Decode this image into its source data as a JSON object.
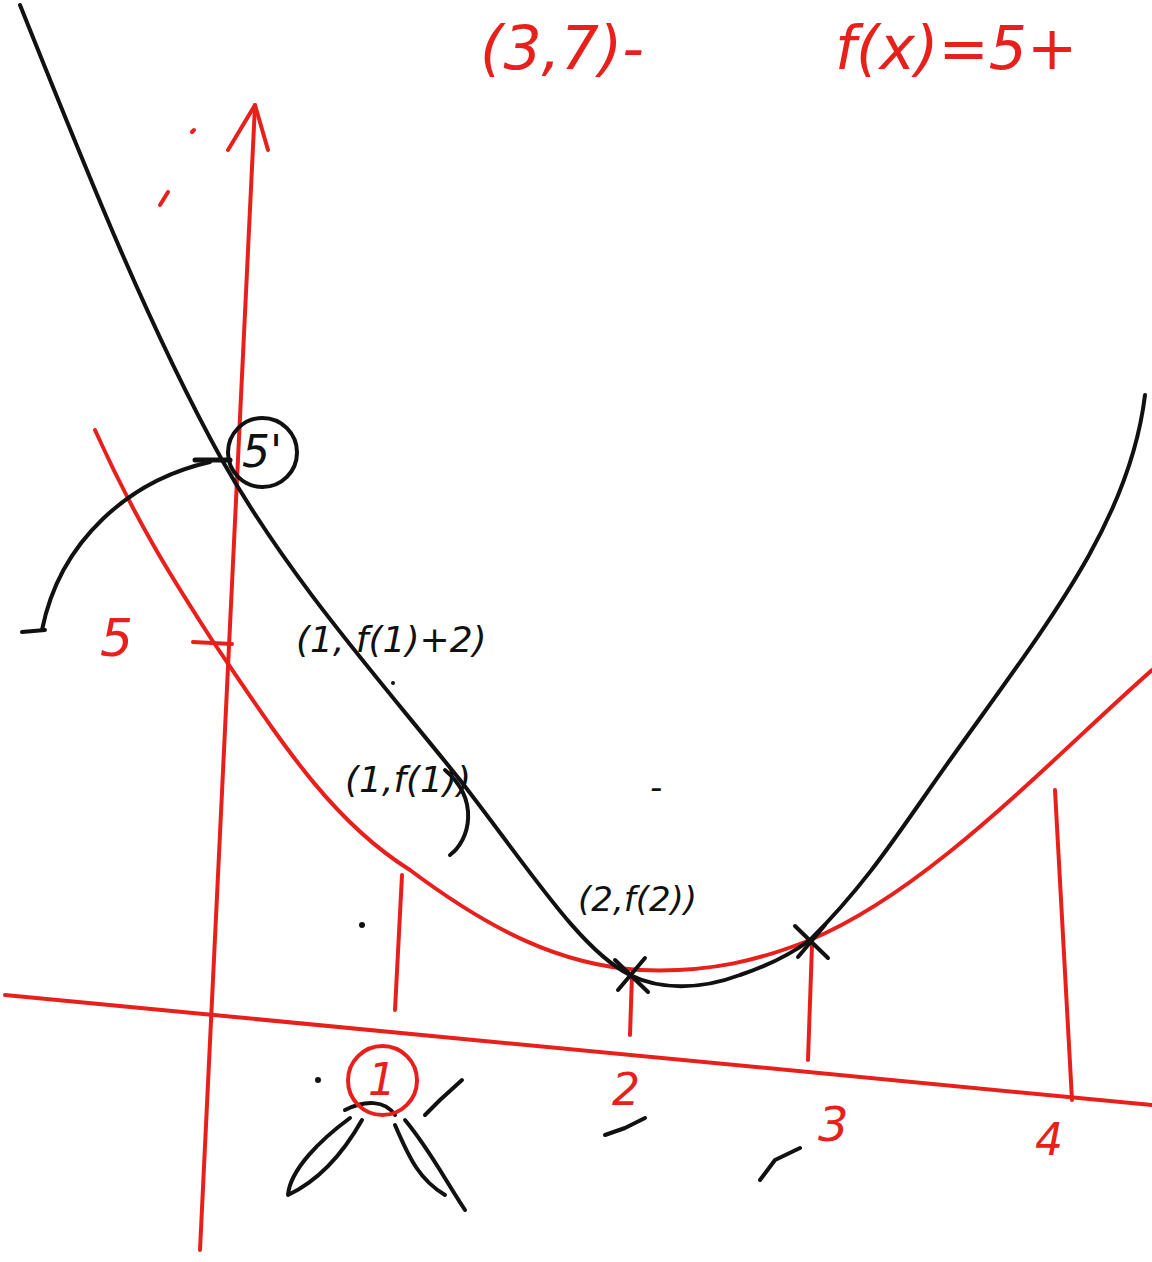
{
  "diagram": {
    "nodes": [
      {
        "text": [
          "5'"
        ]
      },
      {
        "text": [
          "1"
        ]
      }
    ],
    "labels": [
      "(3,7)-",
      "f(x)=5+",
      "5",
      "(1, f(1)+2)",
      "(1,f(1))",
      "(2,f(2))",
      "2",
      "3",
      "4",
      "-"
    ]
  }
}
